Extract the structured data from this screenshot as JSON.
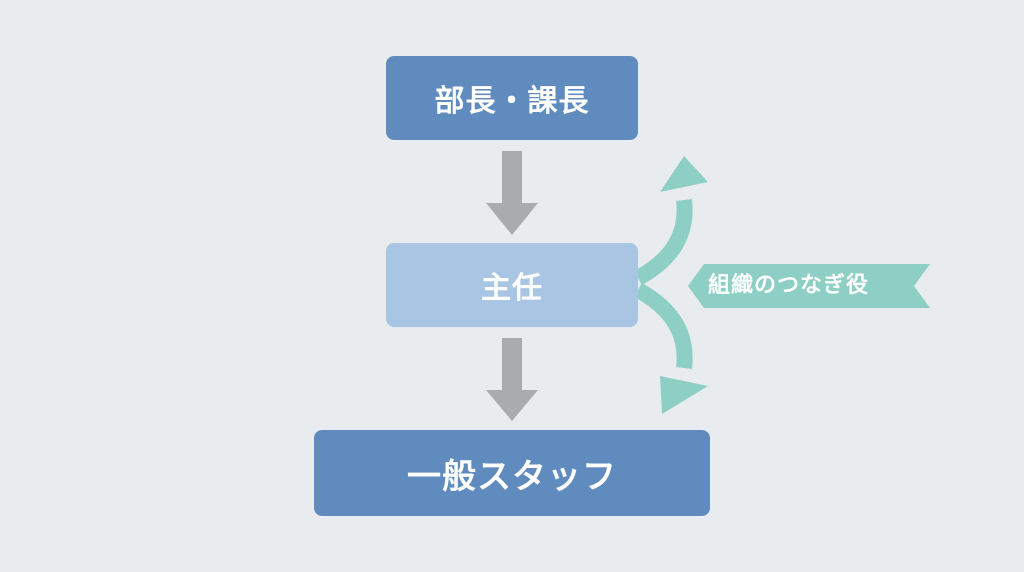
{
  "diagram": {
    "nodes": {
      "top": "部長・課長",
      "middle": "主任",
      "bottom": "一般スタッフ"
    },
    "side_label": "組織のつなぎ役"
  },
  "colors": {
    "background": "#e9ecee",
    "dark_box": "#5f8bbe",
    "light_box": "#a8c6e3",
    "down_arrow": "#a9abad",
    "teal_accent": "#8dcfc4"
  }
}
